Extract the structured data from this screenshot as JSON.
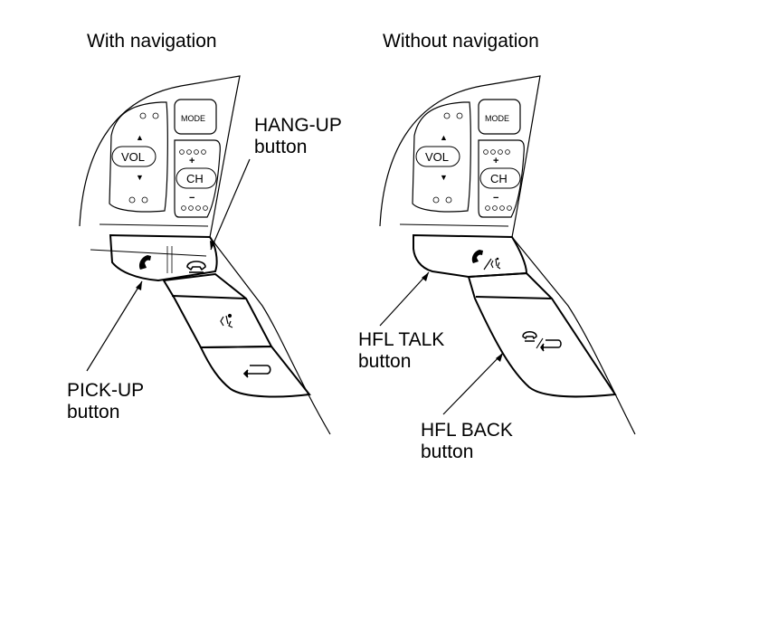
{
  "headings": {
    "with_nav": "With navigation",
    "without_nav": "Without navigation"
  },
  "controls": {
    "mode": "MODE",
    "vol": "VOL",
    "ch": "CH",
    "up_arrow": "▲",
    "down_arrow": "▼",
    "plus": "+",
    "minus": "−"
  },
  "callouts": {
    "hang_up": {
      "line1": "HANG-UP",
      "line2": "button"
    },
    "pick_up": {
      "line1": "PICK-UP",
      "line2": "button"
    },
    "hfl_talk": {
      "line1": "HFL TALK",
      "line2": "button"
    },
    "hfl_back": {
      "line1": "HFL BACK",
      "line2": "button"
    }
  }
}
